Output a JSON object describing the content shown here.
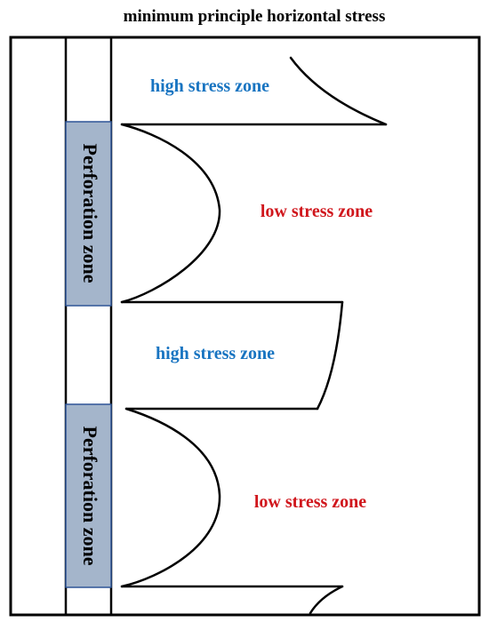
{
  "title": "minimum principle horizontal stress",
  "zones": {
    "high_stress_1": "high stress zone",
    "low_stress_1": "low stress zone",
    "high_stress_2": "high stress zone",
    "low_stress_2": "low stress zone"
  },
  "perforation": {
    "upper_label": "Perforation zone",
    "lower_label": "Perforation zone"
  },
  "colors": {
    "high_stress_text": "#1874c1",
    "low_stress_text": "#d0161c",
    "perforation_fill": "#a4b5cb",
    "perforation_border": "#2e5597",
    "line": "#000000"
  }
}
